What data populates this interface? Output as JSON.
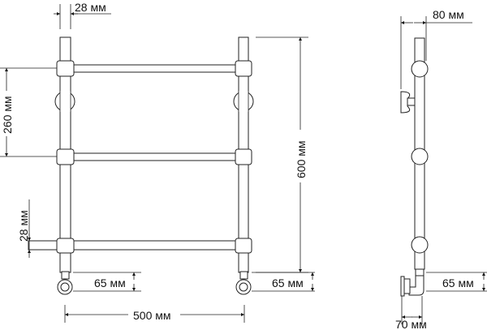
{
  "dimensions": {
    "pipe_diameter_top": "28 мм",
    "rail_spacing": "260 мм",
    "pipe_diameter_left": "28 мм",
    "height": "600 мм",
    "valve_height_left": "65 мм",
    "valve_height_right": "65 мм",
    "width": "500 мм",
    "wall_offset": "80 мм",
    "valve_height_side": "65 мм",
    "valve_offset_side": "70 мм"
  }
}
